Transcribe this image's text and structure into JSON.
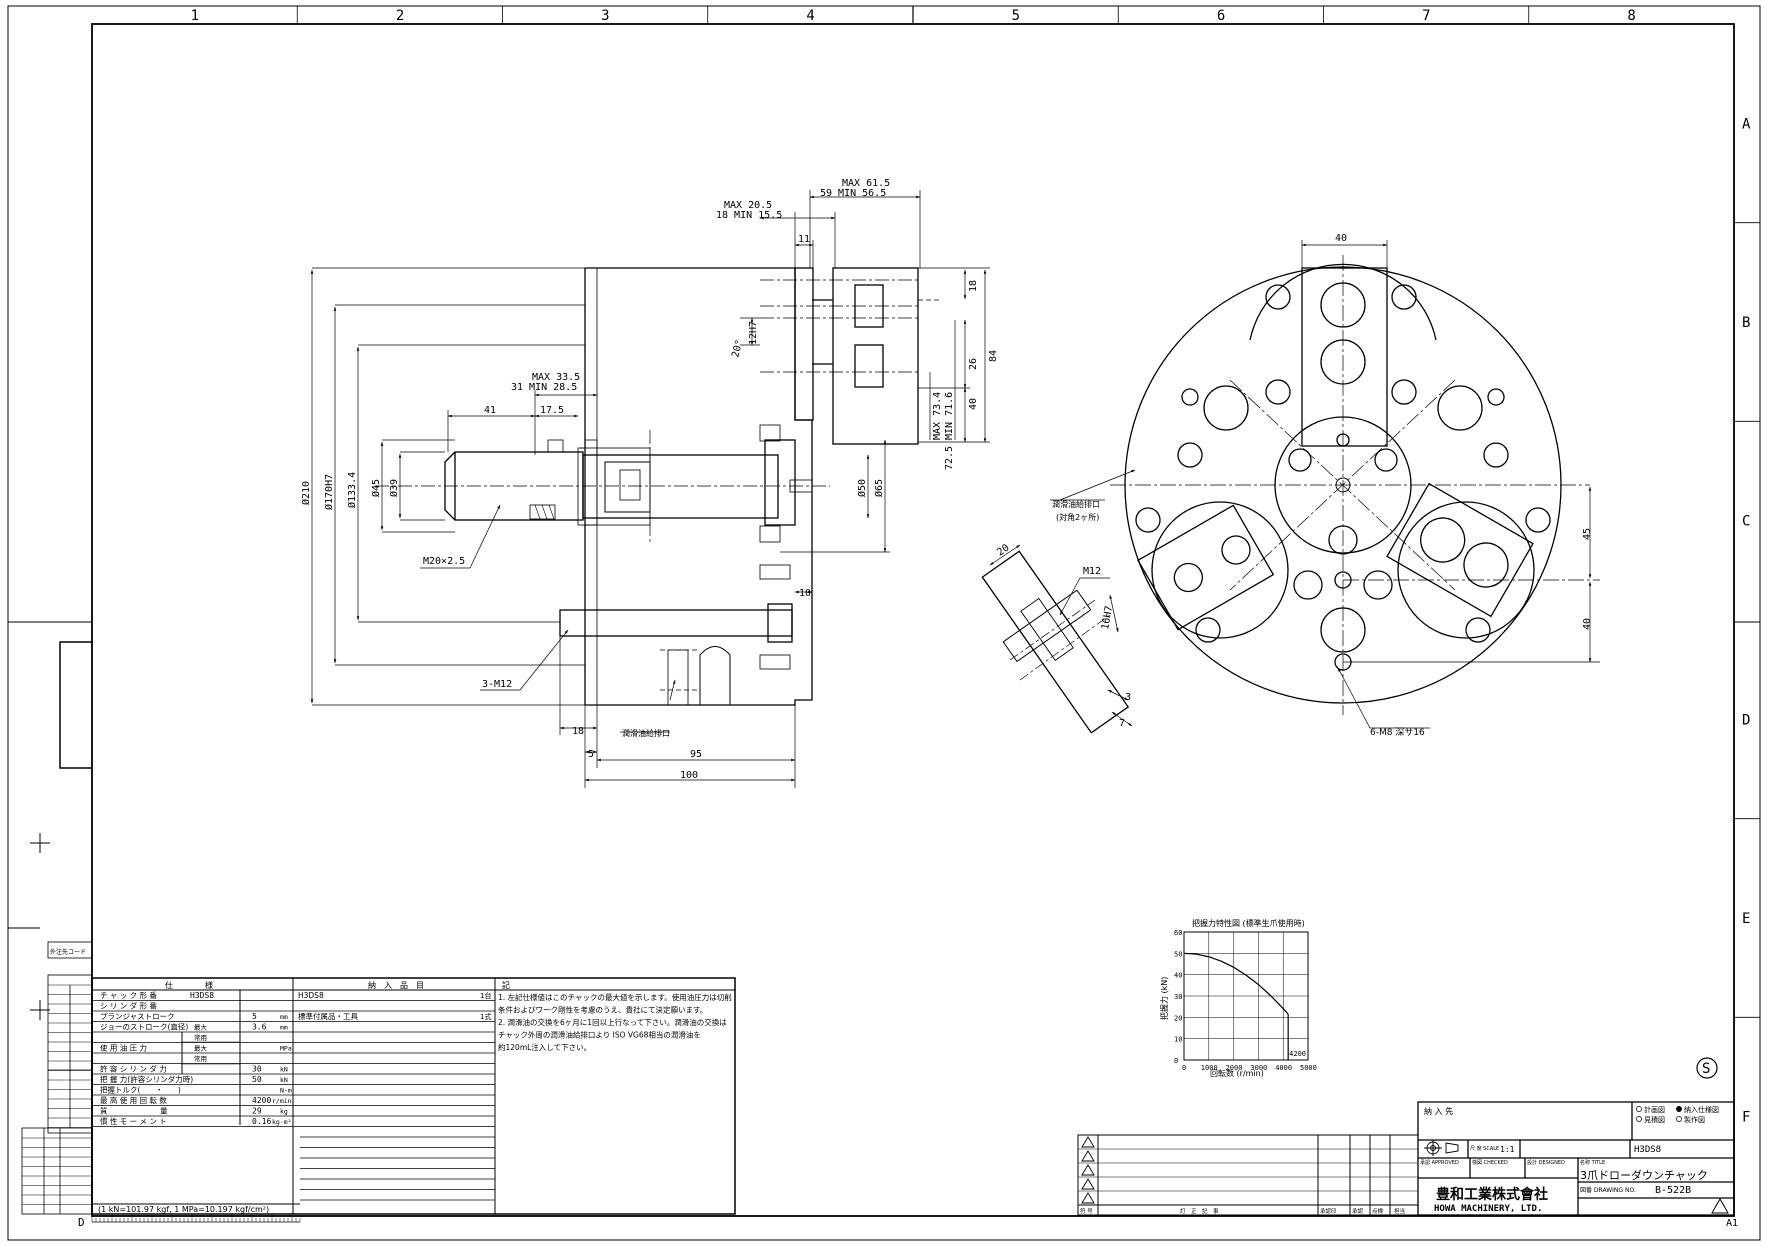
{
  "frame": {
    "cols": [
      "1",
      "2",
      "3",
      "4",
      "5",
      "6",
      "7",
      "8"
    ],
    "rows": [
      "A",
      "B",
      "C",
      "D",
      "E",
      "F"
    ],
    "bottom_left": "D",
    "sheet_size": "A1",
    "revision_mark": "S"
  },
  "side_view": {
    "dims": {
      "max61": "MAX 61.5",
      "min56": "59 MIN 56.5",
      "max20": "MAX 20.5",
      "min15": "18 MIN 15.5",
      "d11": "11",
      "max33": "MAX 33.5",
      "min28": "31 MIN 28.5",
      "d41": "41",
      "d17": "17.5",
      "phi210": "Ø210",
      "phi170": "Ø170H7",
      "phi133": "Ø133.4",
      "phi45": "Ø45",
      "phi39": "Ø39",
      "phi50": "Ø50",
      "phi65": "Ø65",
      "m20": "M20×2.5",
      "m12": "3-M12",
      "d18a": "18",
      "d18b": "18",
      "d26": "26",
      "d84": "84",
      "d40": "40",
      "max73": "MAX 73.4",
      "min71": "MIN 71.6",
      "d72": "72.5",
      "d12h7": "12H7",
      "ang20": "20°",
      "d10": "10",
      "d5": "5",
      "d95": "95",
      "d100": "100",
      "lube": "潤滑油給排口"
    }
  },
  "front_view": {
    "dims": {
      "d40top": "40",
      "d45": "45",
      "d40right": "40",
      "m8": "6-M8 深サ16",
      "lube": "潤滑油給排口",
      "lube_note": "(対角2ヶ所)"
    }
  },
  "jaw_detail": {
    "d20": "20",
    "m12": "M12",
    "d16h7": "16H7",
    "d3": "3",
    "d7": "7"
  },
  "chart_data": {
    "type": "line",
    "title": "把握力特性図 (標準生爪使用時)",
    "xlabel": "回転数 (r/min)",
    "ylabel": "把握力 (kN)",
    "xlim": [
      0,
      5000
    ],
    "ylim": [
      0,
      60
    ],
    "xticks": [
      "0",
      "1000",
      "2000",
      "3000",
      "4000",
      "5000"
    ],
    "yticks": [
      "0",
      "10",
      "20",
      "30",
      "40",
      "50",
      "60"
    ],
    "grid": true,
    "annotation": "4200",
    "x": [
      0,
      500,
      1000,
      1500,
      2000,
      2500,
      3000,
      3500,
      4000,
      4200
    ],
    "y": [
      50,
      49.6,
      48.4,
      46.3,
      43.5,
      39.8,
      35.4,
      30.1,
      24.1,
      21.5
    ]
  },
  "specs": {
    "header": {
      "spec": "仕　　　　様",
      "delivery": "納　入　品　目",
      "notes": "記"
    },
    "rows": [
      {
        "label": "チ ャ ッ ク 形 番",
        "sub": "",
        "value": "H3DS8",
        "unit": ""
      },
      {
        "label": "シ リ ン ダ 形 番",
        "sub": "",
        "value": "",
        "unit": ""
      },
      {
        "label": "プランジャストローク",
        "sub": "",
        "value": "5",
        "unit": "mm"
      },
      {
        "label": "ジョーのストローク(直径)",
        "sub": "最大",
        "value": "3.6",
        "unit": "mm"
      },
      {
        "label": "",
        "sub": "常用",
        "value": "",
        "unit": ""
      },
      {
        "label": "使 用 油 圧 力",
        "sub": "最大",
        "value": "",
        "unit": "MPa"
      },
      {
        "label": "",
        "sub": "常用",
        "value": "",
        "unit": ""
      },
      {
        "label": "許 容 シ リ ン ダ 力",
        "sub": "",
        "value": "30",
        "unit": "kN"
      },
      {
        "label": "把 握 力(許容シリンダ力時)",
        "sub": "",
        "value": "50",
        "unit": "kN"
      },
      {
        "label": "把握トルク(　　・　　)",
        "sub": "",
        "value": "",
        "unit": "N·m"
      },
      {
        "label": "最 高 使 用 回 転 数",
        "sub": "",
        "value": "4200",
        "unit": "r/min"
      },
      {
        "label": "質　　　　　　　量",
        "sub": "",
        "value": "29",
        "unit": "kg"
      },
      {
        "label": "慣 性 モ ー メ ン ト",
        "sub": "",
        "value": "0.16",
        "unit": "kg·m²"
      }
    ],
    "delivery_items": [
      {
        "name": "H3DS8",
        "qty": "1台"
      },
      {
        "name": "標準付属品・工具",
        "qty": "1式"
      }
    ],
    "notes": [
      "1. 左記仕様値はこのチャックの最大値を示します。使用油圧力は切削",
      "   条件およびワーク剛性を考慮のうえ、貴社にて決定願います。",
      "2. 潤滑油の交換を6ヶ月に1回以上行なって下さい。潤滑油の交換は",
      "   チャック外周の潤滑油給排口より ISO VG68相当の潤滑油を",
      "   約120mL注入して下さい。"
    ],
    "footnote": "(1 kN=101.97 kgf, 1 MPa=10.197 kgf/cm²)",
    "side_label": "外注先コード"
  },
  "title_block": {
    "customer_label": "納 入 先",
    "check_options": [
      "計画図",
      "見積図",
      "納入仕様図",
      "製作図"
    ],
    "scale_label": "尺 度 SCALE",
    "scale": "1:1",
    "model": "H3DS8",
    "approved": "承認 APPROVED",
    "checked": "検図 CHECKED",
    "designed": "設計 DESIGNED",
    "title_label": "名称 TITLE",
    "title": "3爪ドローダウンチャック",
    "drawing_label": "図番 DRAWING NO.",
    "drawing_no": "B-522B",
    "company_jp": "豊和工業株式會社",
    "company_en": "HOWA MACHINERY, LTD.",
    "rev_header": [
      "符 号",
      "訂　正　記　事",
      "承認印",
      "承認",
      "点検",
      "担当"
    ]
  }
}
